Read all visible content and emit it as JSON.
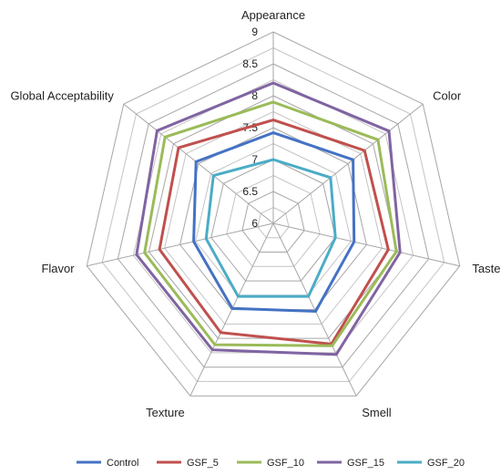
{
  "chart_data": {
    "type": "radar",
    "categories": [
      "Appearance",
      "Color",
      "Taste",
      "Smell",
      "Texture",
      "Flavor",
      "Global Acceptability"
    ],
    "rlim": [
      6,
      9
    ],
    "ticks": [
      "6",
      "6.5",
      "7",
      "7.5",
      "8",
      "8.5",
      "9"
    ],
    "grid": true,
    "legend_position": "bottom",
    "series": [
      {
        "name": "Control",
        "color": "#4472C4",
        "values": [
          7.42,
          7.6,
          7.3,
          7.53,
          7.48,
          7.28,
          7.55
        ]
      },
      {
        "name": "GSF_5",
        "color": "#C0504D",
        "values": [
          7.62,
          7.83,
          7.85,
          8.1,
          7.9,
          7.83,
          7.9
        ]
      },
      {
        "name": "GSF_10",
        "color": "#9BBB59",
        "values": [
          7.9,
          8.1,
          7.98,
          8.13,
          8.11,
          8.07,
          8.17
        ]
      },
      {
        "name": "GSF_15",
        "color": "#8064A2",
        "values": [
          8.2,
          8.32,
          8.04,
          8.28,
          8.2,
          8.2,
          8.33
        ]
      },
      {
        "name": "GSF_20",
        "color": "#4BACC6",
        "values": [
          7.0,
          7.15,
          7.0,
          7.27,
          7.27,
          7.08,
          7.2
        ]
      }
    ]
  }
}
